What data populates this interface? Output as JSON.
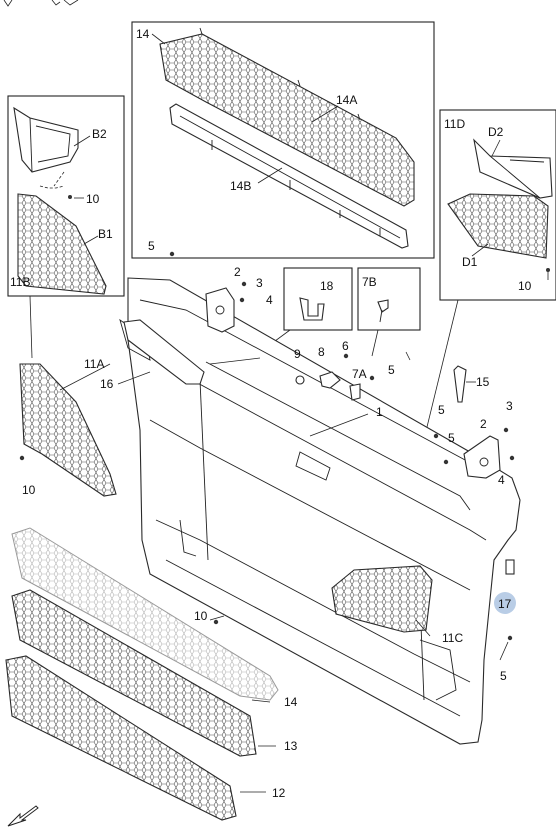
{
  "diagram": {
    "callouts": {
      "c14_top": "14",
      "c14a": "14A",
      "c14b": "14B",
      "c11d": "11D",
      "cd2": "D2",
      "cd1": "D1",
      "c10_d": "10",
      "cb2": "B2",
      "c10_b": "10",
      "cb1": "B1",
      "c11b": "11B",
      "c5_a": "5",
      "c2_a": "2",
      "c3_a": "3",
      "c4_a": "4",
      "c18": "18",
      "c7b": "7B",
      "c9": "9",
      "c8": "8",
      "c6": "6",
      "c7a": "7A",
      "c5_b": "5",
      "c11a": "11A",
      "c16": "16",
      "c15": "15",
      "c1": "1",
      "c5_c": "5",
      "c3_b": "3",
      "c5_d": "5",
      "c2_b": "2",
      "c4_b": "4",
      "c10_left": "10",
      "c17": "17",
      "c10_mid": "10",
      "c11c": "11C",
      "c5_e": "5",
      "c14_bottom": "14",
      "c13": "13",
      "c12": "12"
    },
    "highlight_color": "#b9cde6",
    "line_color": "#222222"
  }
}
